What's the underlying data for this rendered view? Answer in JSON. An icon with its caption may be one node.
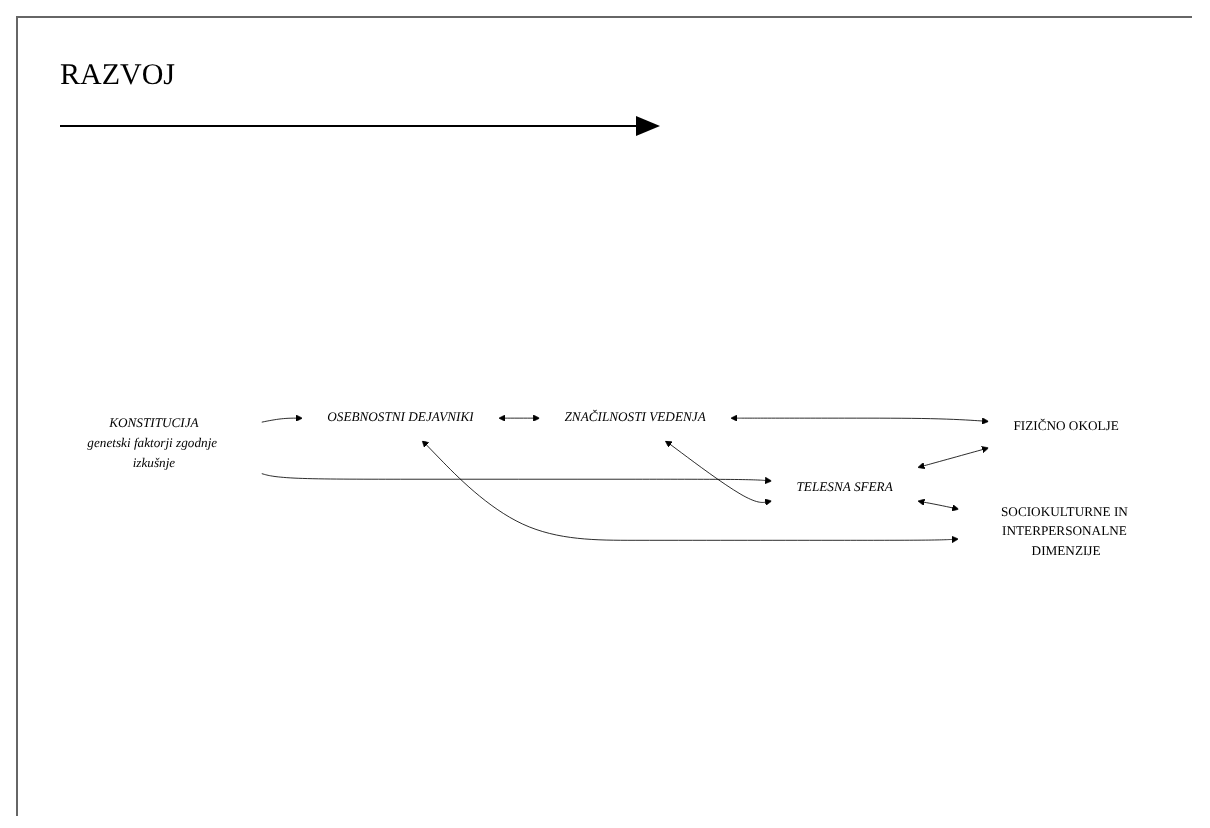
{
  "diagram": {
    "nodes": [
      {
        "text": [
          "OSEBNOSTNI DEJAVNIKI"
        ]
      },
      {
        "text": [
          "ZNAČILNOSTI VEDENJA"
        ]
      },
      {
        "text": [
          "KONSTITUCIJA",
          "genetski faktorji zgodnje izkušnje"
        ]
      },
      {
        "text": [
          "TELESNA SFERA"
        ]
      },
      {
        "text": [
          "SOCIOKULTURNE IN INTERPERSONALNE DIMENZIJE"
        ]
      },
      {
        "text": [
          "FIZIČNO OKOLJE"
        ]
      }
    ],
    "edges": [
      {
        "from": 2,
        "to": 0,
        "arrow": "to"
      },
      {
        "from": 0,
        "to": 1,
        "arrow": "both"
      },
      {
        "from": 4,
        "to": 0,
        "arrow": "both"
      },
      {
        "from": 2,
        "to": 3,
        "arrow": "to"
      },
      {
        "from": 1,
        "to": 5,
        "arrow": "both"
      },
      {
        "from": 1,
        "to": 3,
        "arrow": "both"
      },
      {
        "from": 3,
        "to": 4,
        "arrow": "both"
      },
      {
        "from": 3,
        "to": 5,
        "arrow": "both"
      }
    ],
    "labels": [
      "RAZVOJ"
    ]
  }
}
